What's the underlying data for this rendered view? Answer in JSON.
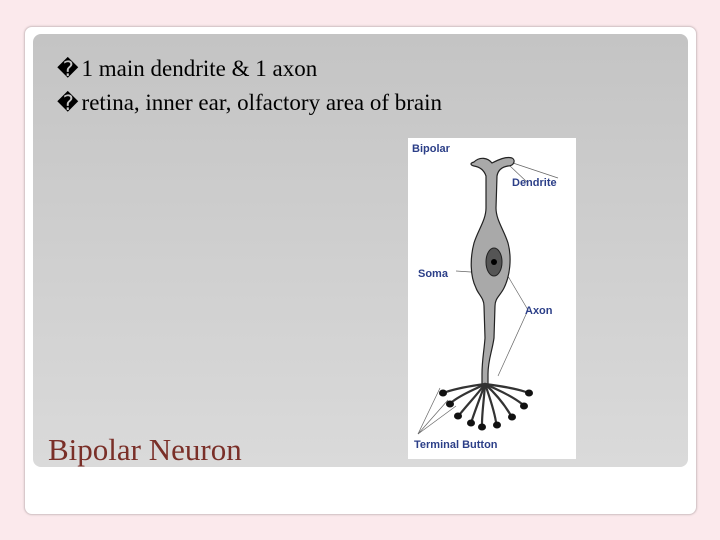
{
  "bullets": [
    {
      "marker": "�",
      "text": "1 main dendrite & 1 axon"
    },
    {
      "marker": "�",
      "text": "retina, inner ear, olfactory area of brain"
    }
  ],
  "figure": {
    "title": "Bipolar",
    "labels": {
      "dendrite": "Dendrite",
      "soma": "Soma",
      "axon": "Axon",
      "terminal": "Terminal Button"
    }
  },
  "caption": "Bipolar Neuron",
  "colors": {
    "background": "#fbe9ec",
    "panel": "#cfcfcf",
    "label": "#2c3f88",
    "caption": "#7a2f28"
  }
}
